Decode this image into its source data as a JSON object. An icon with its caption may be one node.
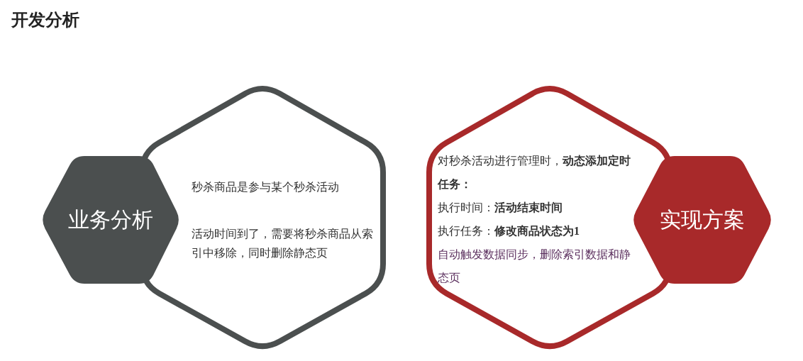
{
  "diagram": {
    "title": "开发分析",
    "nodes": [
      {
        "text": [
          "秒杀商品是参与某个秒杀活动",
          "活动时间到了，需要将秒杀商品从索引中移除，同时删除静态页"
        ]
      },
      {
        "text": [
          "业务分析"
        ]
      },
      {
        "text": [
          "对秒杀活动进行管理时，**动态添加定时任务：**",
          "执行时间：**活动结束时间**",
          "执行任务：**修改商品状态为1**",
          "自动触发数据同步，删除索引数据和静态页"
        ]
      },
      {
        "text": [
          "实现方案"
        ]
      }
    ]
  }
}
